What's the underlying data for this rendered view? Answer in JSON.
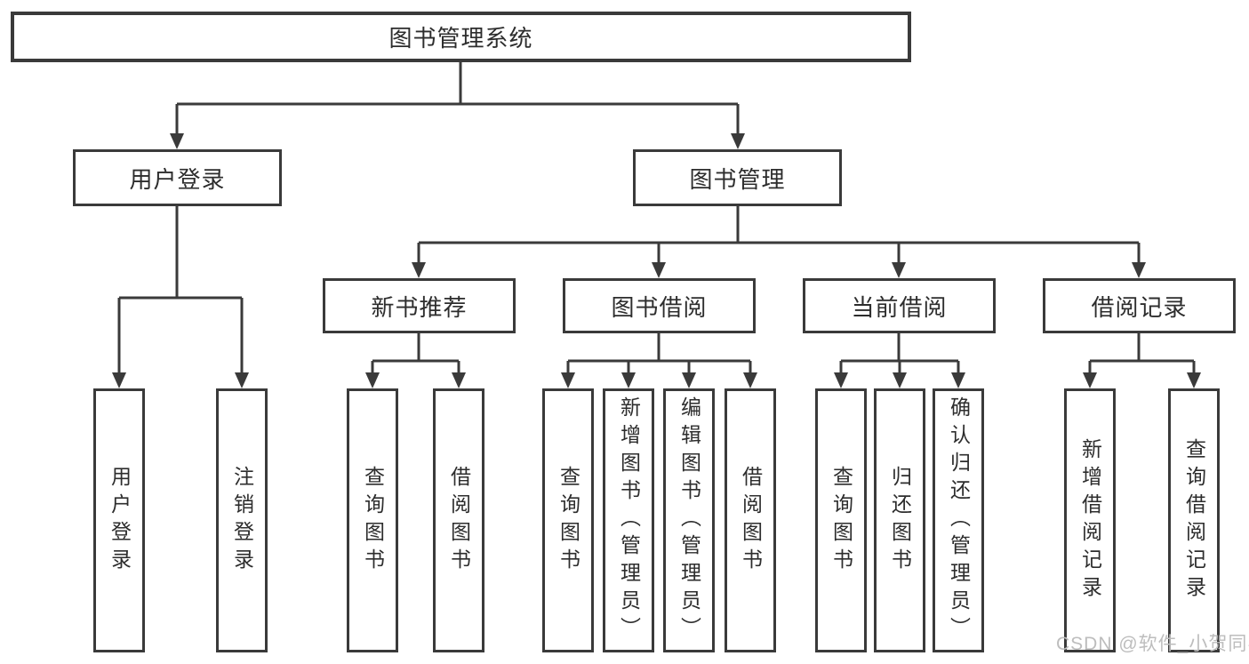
{
  "diagram_title": "图书管理系统",
  "tree": {
    "root": {
      "label": "图书管理系统",
      "children": [
        {
          "label": "用户登录",
          "children": [
            {
              "label": "用户登录"
            },
            {
              "label": "注销登录"
            }
          ]
        },
        {
          "label": "图书管理",
          "children": [
            {
              "label": "新书推荐",
              "children": [
                {
                  "label": "查询图书"
                },
                {
                  "label": "借阅图书"
                }
              ]
            },
            {
              "label": "图书借阅",
              "children": [
                {
                  "label": "查询图书"
                },
                {
                  "label": "新增图书（管理员）"
                },
                {
                  "label": "编辑图书（管理员）"
                },
                {
                  "label": "借阅图书"
                }
              ]
            },
            {
              "label": "当前借阅",
              "children": [
                {
                  "label": "查询图书"
                },
                {
                  "label": "归还图书"
                },
                {
                  "label": "确认归还（管理员）"
                }
              ]
            },
            {
              "label": "借阅记录",
              "children": [
                {
                  "label": "新增借阅记录"
                },
                {
                  "label": "查询借阅记录"
                }
              ]
            }
          ]
        }
      ]
    }
  },
  "watermark": {
    "text": "CSDN @软件_小贺同学"
  },
  "colors": {
    "background": "#ffffff",
    "box_border": "#3a3a3a",
    "connector_line": "#3a3a3a",
    "text": "#2d2d2d",
    "watermark_text": "#bdbdbd"
  }
}
